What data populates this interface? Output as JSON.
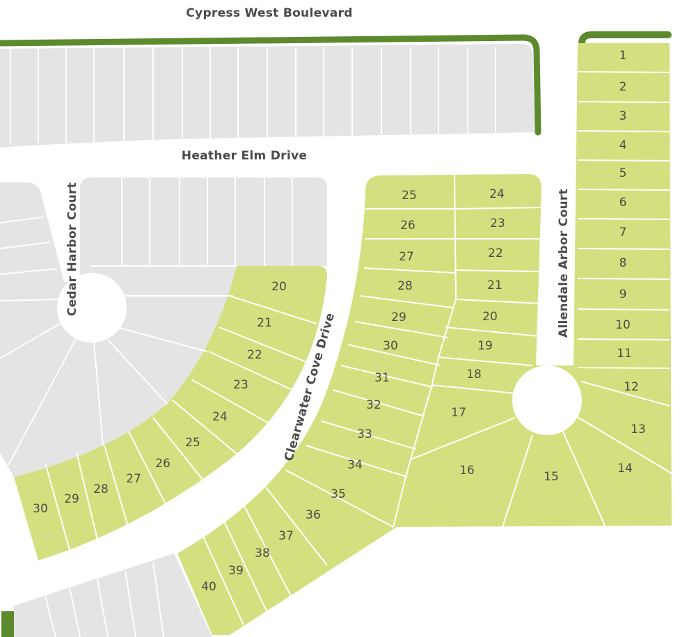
{
  "colors": {
    "available": "#d4e07f",
    "unavailable": "#e4e4e4",
    "border": "#5e8a2e",
    "text": "#4a4a4a",
    "road": "#ffffff"
  },
  "streets": {
    "cypress": "Cypress West Boulevard",
    "heather": "Heather Elm Drive",
    "cedar": "Cedar Harbor Court",
    "clearwater": "Clearwater Cove Drive",
    "allendale": "Allendale Arbor Court"
  },
  "lots": {
    "east": [
      "1",
      "2",
      "3",
      "4",
      "5",
      "6",
      "7",
      "8",
      "9",
      "10",
      "11",
      "12",
      "13",
      "14",
      "15",
      "16",
      "17",
      "18",
      "19",
      "20",
      "21",
      "22",
      "23",
      "24",
      "25",
      "26",
      "27",
      "28",
      "29",
      "30",
      "31",
      "32",
      "33",
      "34",
      "35",
      "36",
      "37",
      "38",
      "39",
      "40"
    ],
    "west": [
      "20",
      "21",
      "22",
      "23",
      "24",
      "25",
      "26",
      "27",
      "28",
      "29",
      "30"
    ]
  }
}
